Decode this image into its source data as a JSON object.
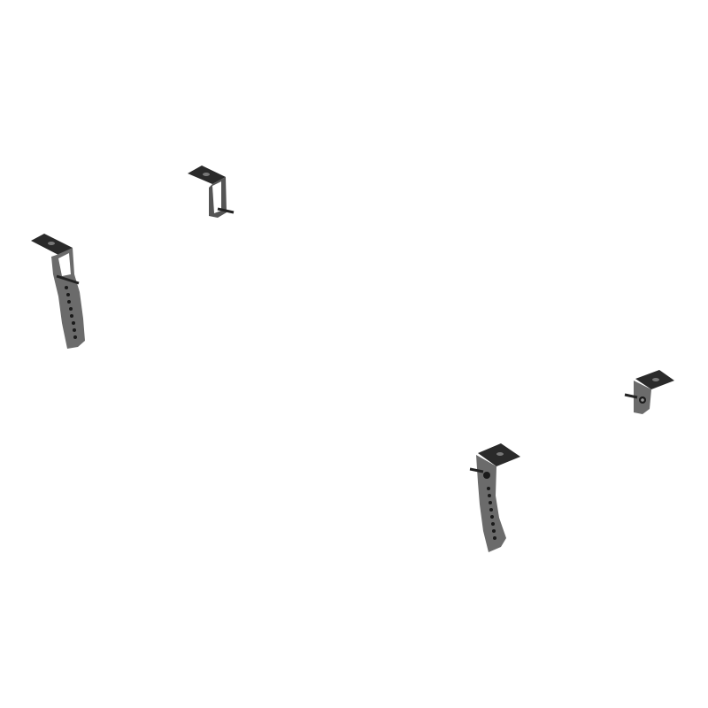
{
  "image": {
    "background": "#ffffff",
    "colors": {
      "bracket_dark": "#2a2a2a",
      "bracket_mid": "#6b6b6b",
      "bracket_light": "#9a9a9a",
      "hole": "#1a1a1a"
    },
    "objects": [
      {
        "name": "short-l-bracket-top"
      },
      {
        "name": "long-slotted-bracket-left"
      },
      {
        "name": "short-l-bracket-right"
      },
      {
        "name": "long-slotted-bracket-bottom"
      }
    ]
  }
}
